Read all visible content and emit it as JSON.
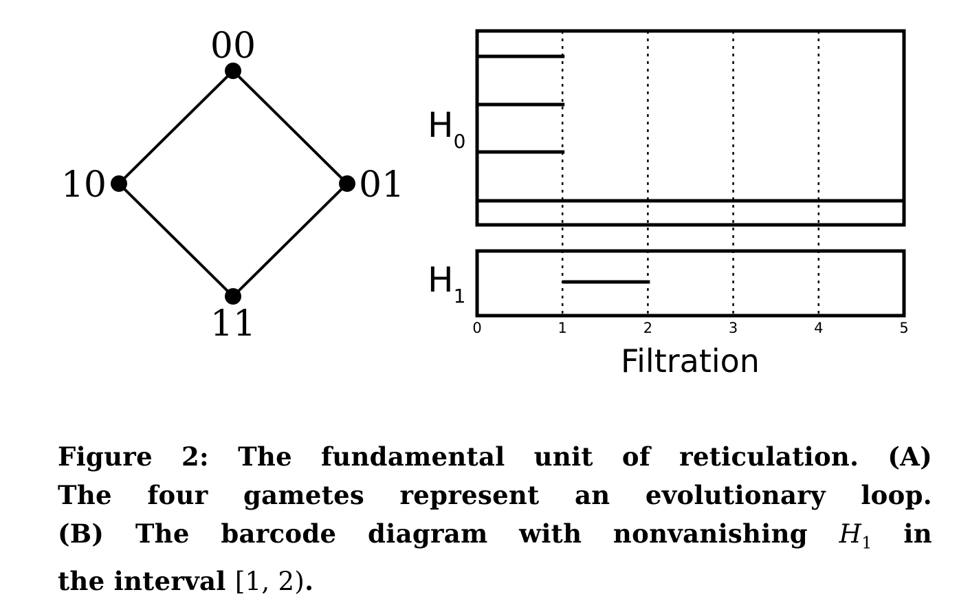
{
  "graph": {
    "nodes": [
      {
        "id": "00",
        "label": "00"
      },
      {
        "id": "01",
        "label": "01"
      },
      {
        "id": "10",
        "label": "10"
      },
      {
        "id": "11",
        "label": "11"
      }
    ],
    "edges": [
      [
        "00",
        "01"
      ],
      [
        "01",
        "11"
      ],
      [
        "11",
        "10"
      ],
      [
        "10",
        "00"
      ]
    ]
  },
  "chart_data": {
    "type": "barcode",
    "xlabel": "Filtration",
    "xlim": [
      0,
      5
    ],
    "xticks": [
      "0",
      "1",
      "2",
      "3",
      "4",
      "5"
    ],
    "grid": "vertical dotted at integer ticks",
    "panels": [
      {
        "name": "H",
        "subscript": "0",
        "bars": [
          [
            0,
            1
          ],
          [
            0,
            1
          ],
          [
            0,
            1
          ],
          [
            0,
            5
          ]
        ]
      },
      {
        "name": "H",
        "subscript": "1",
        "bars": [
          [
            1,
            2
          ]
        ]
      }
    ]
  },
  "caption": {
    "line1": "Figure 2: The fundamental unit of reticulation. (A)",
    "line2": "The four gametes represent an evolutionary loop.",
    "line3_a": "(B) The barcode diagram with nonvanishing ",
    "line3_math_base": "H",
    "line3_math_sub": "1",
    "line3_b": " in",
    "line4_a": "the interval ",
    "line4_math": "[1, 2)",
    "line4_b": "."
  }
}
